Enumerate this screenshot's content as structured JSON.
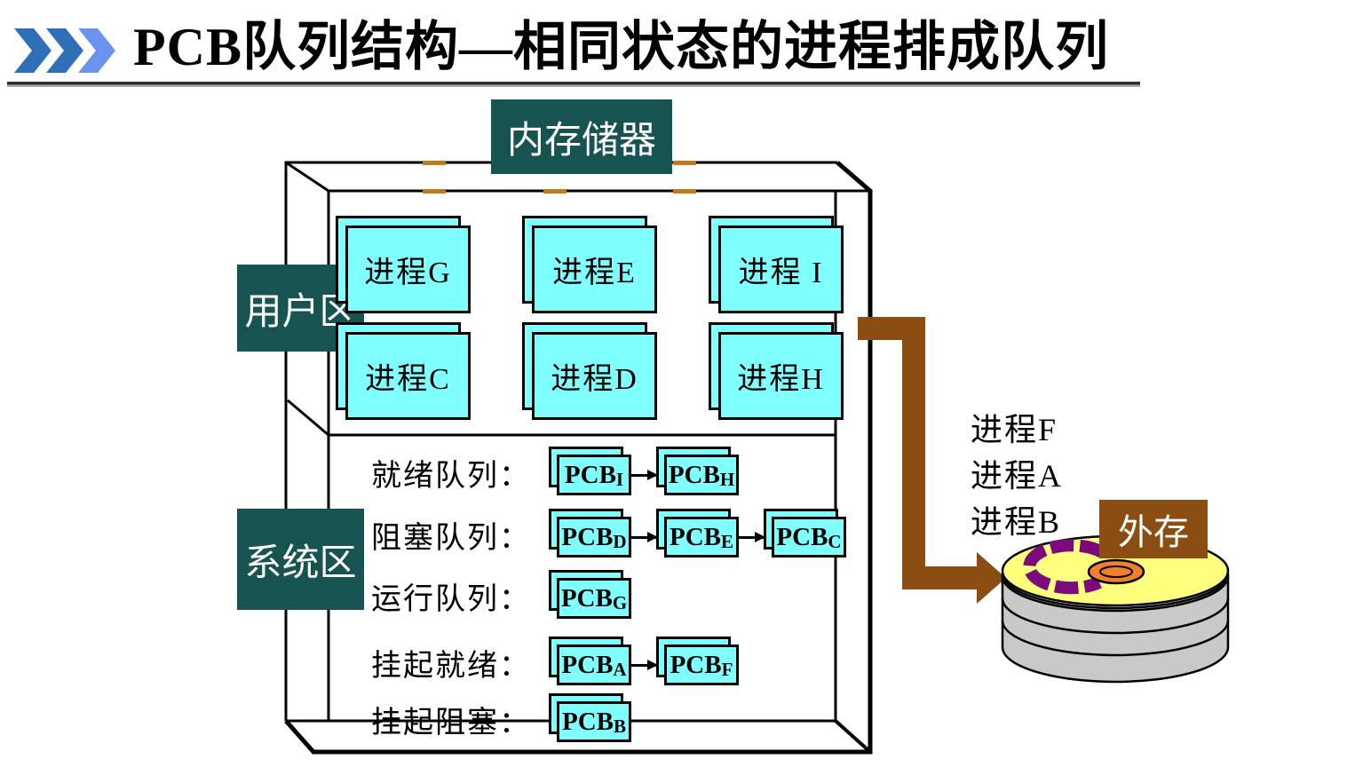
{
  "header": {
    "title": "PCB队列结构—相同状态的进程排成队列"
  },
  "memory": {
    "label": "内存储器",
    "user_area_label": "用户区",
    "system_area_label": "系统区",
    "processes": [
      "进程G",
      "进程E",
      "进程 I",
      "进程C",
      "进程D",
      "进程H"
    ]
  },
  "queues": {
    "rows": [
      {
        "label": "就绪队列：",
        "chips": [
          {
            "base": "PCB",
            "sub": "I"
          },
          {
            "base": "PCB",
            "sub": "H"
          }
        ]
      },
      {
        "label": "阻塞队列：",
        "chips": [
          {
            "base": "PCB",
            "sub": "D"
          },
          {
            "base": "PCB",
            "sub": "E"
          },
          {
            "base": "PCB",
            "sub": "C"
          }
        ]
      },
      {
        "label": "运行队列：",
        "chips": [
          {
            "base": "PCB",
            "sub": "G"
          }
        ]
      },
      {
        "label": "挂起就绪：",
        "chips": [
          {
            "base": "PCB",
            "sub": "A"
          },
          {
            "base": "PCB",
            "sub": "F"
          }
        ]
      },
      {
        "label": "挂起阻塞：",
        "chips": [
          {
            "base": "PCB",
            "sub": "B"
          }
        ]
      }
    ]
  },
  "external": {
    "label": "外存",
    "processes": [
      "进程F",
      "进程A",
      "进程B"
    ]
  },
  "icons": {
    "chevrons": "triple-chevron-right",
    "disk": "disk-stack",
    "swap_arrow": "elbow-arrow-right-down-right"
  },
  "colors": {
    "section_teal": "#175351",
    "process_cyan": "#80ffff",
    "arrow_brown": "#8c4d12",
    "disk_top_yellow": "#ffff7d",
    "disk_body_gray": "#c9c9c9",
    "track_purple": "#7c0a7c",
    "hub_orange": "#f08030",
    "chevron_blue": "#2e6fb7",
    "chevron_light_blue": "#6b93ee",
    "dash_orange": "#c1791c"
  }
}
